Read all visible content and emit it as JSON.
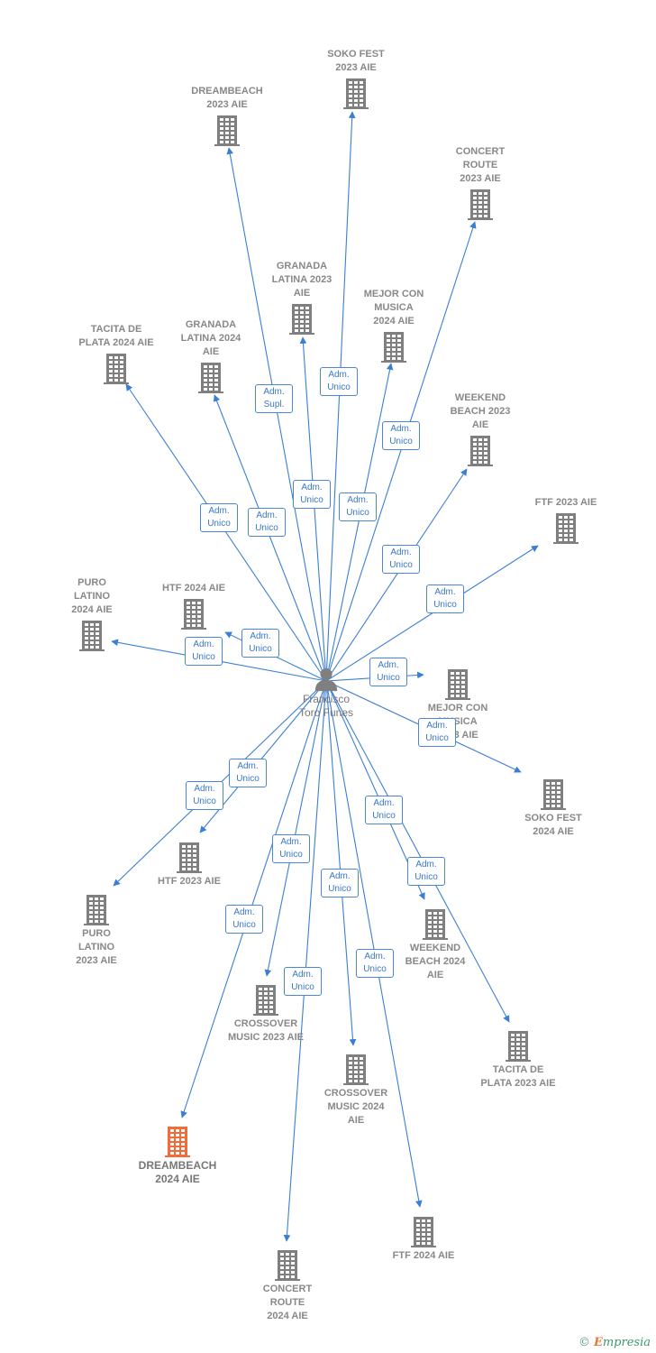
{
  "center": {
    "label": "Francisco\nToro Funes",
    "icon": "person-icon"
  },
  "colors": {
    "edge": "#3a7fd5",
    "node": "#7f7f7f",
    "highlight": "#f26b38",
    "box_border": "#4a86d4"
  },
  "companies": [
    {
      "id": "soko-fest-2023",
      "label": "SOKO FEST\n2023  AIE",
      "role": "Adm.\nUnico"
    },
    {
      "id": "dreambeach-2023",
      "label": "DREAMBEACH\n2023  AIE",
      "role": "Adm.\nSupl."
    },
    {
      "id": "concert-route-2023",
      "label": "CONCERT\nROUTE\n2023  AIE",
      "role": "Adm.\nUnico"
    },
    {
      "id": "granada-latina-2023",
      "label": "GRANADA\nLATINA 2023\nAIE",
      "role": "Adm.\nUnico"
    },
    {
      "id": "mejor-con-musica-2024",
      "label": "MEJOR CON\nMUSICA\n2024  AIE",
      "role": "Adm.\nUnico"
    },
    {
      "id": "tacita-de-plata-2024",
      "label": "TACITA DE\nPLATA 2024  AIE",
      "role": "Adm.\nUnico"
    },
    {
      "id": "granada-latina-2024",
      "label": "GRANADA\nLATINA 2024\nAIE",
      "role": "Adm.\nUnico"
    },
    {
      "id": "weekend-beach-2023",
      "label": "WEEKEND\nBEACH 2023\nAIE",
      "role": "Adm.\nUnico"
    },
    {
      "id": "ftf-2023",
      "label": "FTF 2023  AIE",
      "role": "Adm.\nUnico"
    },
    {
      "id": "puro-latino-2024",
      "label": "PURO\nLATINO\n2024  AIE",
      "role": "Adm.\nUnico"
    },
    {
      "id": "htf-2024",
      "label": "HTF 2024  AIE",
      "role": "Adm.\nUnico"
    },
    {
      "id": "mejor-con-musica-2023",
      "label": "MEJOR CON\nMUSICA\n2023  AIE",
      "role": "Adm.\nUnico"
    },
    {
      "id": "soko-fest-2024",
      "label": "SOKO FEST\n2024  AIE",
      "role": "Adm.\nUnico"
    },
    {
      "id": "htf-2023",
      "label": "HTF 2023  AIE",
      "role": "Adm.\nUnico"
    },
    {
      "id": "puro-latino-2023",
      "label": "PURO\nLATINO\n2023  AIE",
      "role": "Adm.\nUnico"
    },
    {
      "id": "weekend-beach-2024",
      "label": "WEEKEND\nBEACH 2024\nAIE",
      "role": "Adm.\nUnico"
    },
    {
      "id": "tacita-de-plata-2023",
      "label": "TACITA DE\nPLATA 2023  AIE",
      "role": "Adm.\nUnico"
    },
    {
      "id": "crossover-music-2023",
      "label": "CROSSOVER\nMUSIC 2023 AIE",
      "role": "Adm.\nUnico"
    },
    {
      "id": "crossover-music-2024",
      "label": "CROSSOVER\nMUSIC 2024\nAIE",
      "role": "Adm.\nUnico"
    },
    {
      "id": "dreambeach-2024",
      "label": "DREAMBEACH\n2024  AIE",
      "role": "Adm.\nUnico",
      "highlight": true
    },
    {
      "id": "ftf-2024",
      "label": "FTF 2024  AIE",
      "role": "Adm.\nUnico"
    },
    {
      "id": "concert-route-2024",
      "label": "CONCERT\nROUTE\n2024  AIE",
      "role": "Adm.\nUnico"
    }
  ],
  "footer": {
    "copyright": "©",
    "brand_initial": "E",
    "brand_rest": "mpresia"
  }
}
